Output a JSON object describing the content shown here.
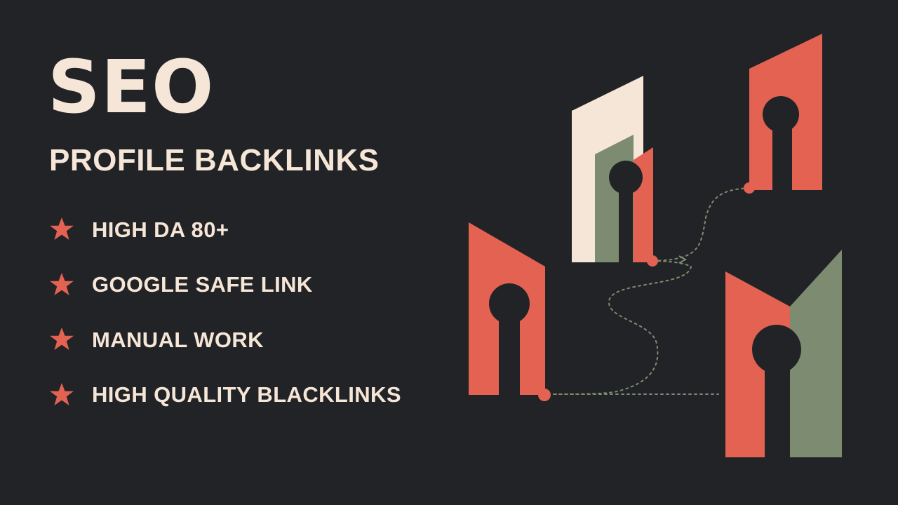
{
  "banner": {
    "title": "SEO",
    "subtitle": "PROFILE BACKLINKS",
    "features": [
      "HIGH DA 80+",
      "GOOGLE SAFE LINK",
      "MANUAL WORK",
      "HIGH QUALITY BLACKLINKS"
    ]
  },
  "colors": {
    "background": "#222326",
    "text": "#f6e6d7",
    "coral": "#e46252",
    "sage": "#7d8b71",
    "cream": "#f6e6d7"
  },
  "icons": {
    "bullet": "star-icon",
    "illustration": "keyhole-building-icon"
  }
}
